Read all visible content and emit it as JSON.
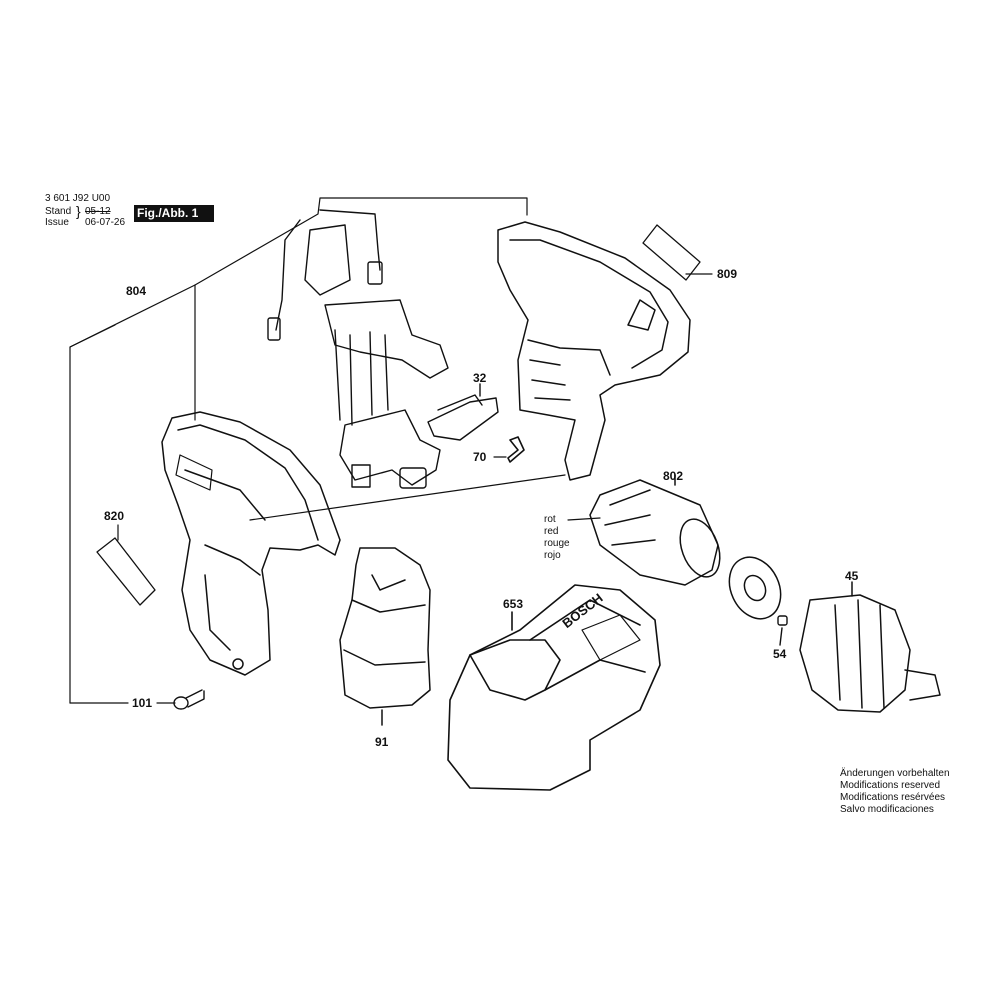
{
  "header": {
    "part_number": "3 601 J92 U00",
    "stand_label": "Stand",
    "stand_value": "05-12",
    "issue_label": "Issue",
    "issue_value": "06-07-26",
    "figure": "Fig./Abb. 1"
  },
  "parts": {
    "p804": "804",
    "p809": "809",
    "p32": "32",
    "p70": "70",
    "p802": "802",
    "p820": "820",
    "p653": "653",
    "p45": "45",
    "p54": "54",
    "p101": "101",
    "p91": "91"
  },
  "wire_colors": [
    "rot",
    "red",
    "rouge",
    "rojo"
  ],
  "brand": "BOSCH",
  "notes": [
    "Änderungen vorbehalten",
    "Modifications reserved",
    "Modifications resérvées",
    "Salvo modificaciones"
  ]
}
